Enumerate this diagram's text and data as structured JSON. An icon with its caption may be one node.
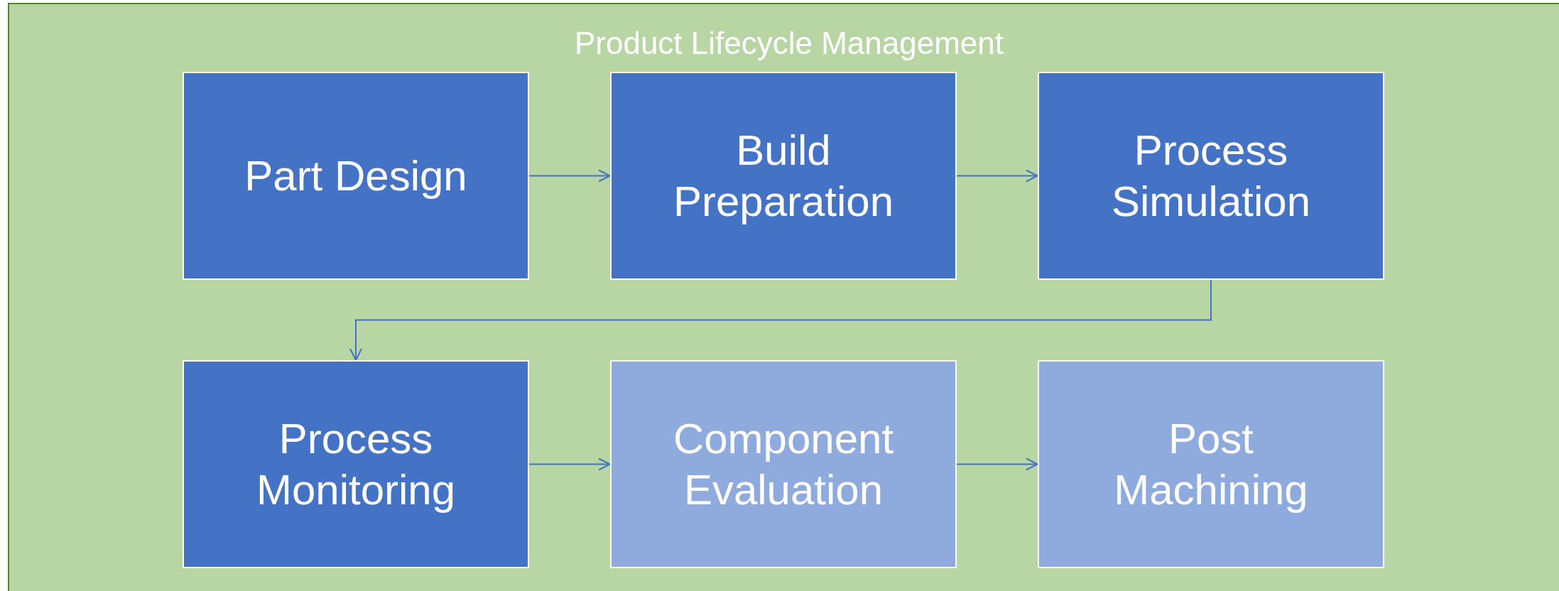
{
  "diagram": {
    "nodes": [
      {
        "text": [
          "Product Lifecycle Management"
        ]
      },
      {
        "text": [
          "Part Design"
        ],
        "in": 0
      },
      {
        "text": [
          "Build Preparation"
        ],
        "in": 0
      },
      {
        "text": [
          "Process Simulation"
        ],
        "in": 0
      },
      {
        "text": [
          "Process Monitoring"
        ],
        "in": 0
      },
      {
        "text": [
          "Component Evaluation"
        ],
        "in": 0
      },
      {
        "text": [
          "Post Machining"
        ],
        "in": 0
      }
    ],
    "edges": [
      {
        "from": 1,
        "to": 2,
        "arrow": "to"
      },
      {
        "from": 2,
        "to": 3,
        "arrow": "to"
      },
      {
        "from": 3,
        "to": 4,
        "arrow": "to"
      },
      {
        "from": 4,
        "to": 5,
        "arrow": "to"
      },
      {
        "from": 5,
        "to": 6,
        "arrow": "to"
      }
    ]
  }
}
